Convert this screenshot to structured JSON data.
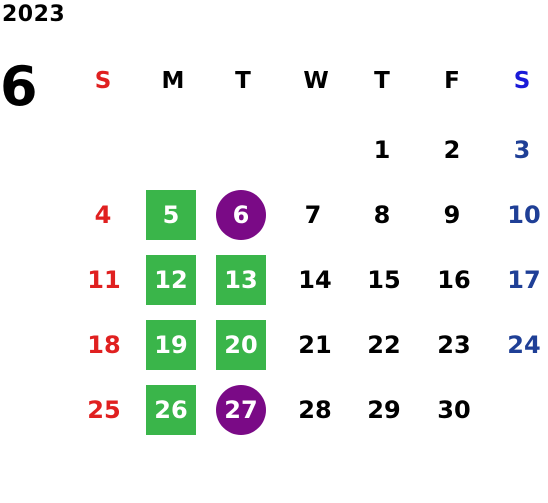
{
  "year": "2023",
  "month": "6",
  "weekdays": [
    "S",
    "M",
    "T",
    "W",
    "T",
    "F",
    "S"
  ],
  "weeks": [
    [
      "",
      "",
      "",
      "",
      "1",
      "2",
      "3"
    ],
    [
      "4",
      "5",
      "6",
      "7",
      "8",
      "9",
      "10"
    ],
    [
      "11",
      "12",
      "13",
      "14",
      "15",
      "16",
      "17"
    ],
    [
      "18",
      "19",
      "20",
      "21",
      "22",
      "23",
      "24"
    ],
    [
      "25",
      "26",
      "27",
      "28",
      "29",
      "30",
      ""
    ]
  ],
  "highlights": {
    "green_square_dates": [
      "5",
      "12",
      "13",
      "19",
      "20",
      "26"
    ],
    "purple_circle_dates": [
      "6",
      "27"
    ]
  },
  "colors": {
    "sunday": "#e02020",
    "saturday": "#1f3f96",
    "saturday_header": "#1a1ad8",
    "green_highlight": "#3ab54a",
    "purple_highlight": "#7a0a86"
  }
}
